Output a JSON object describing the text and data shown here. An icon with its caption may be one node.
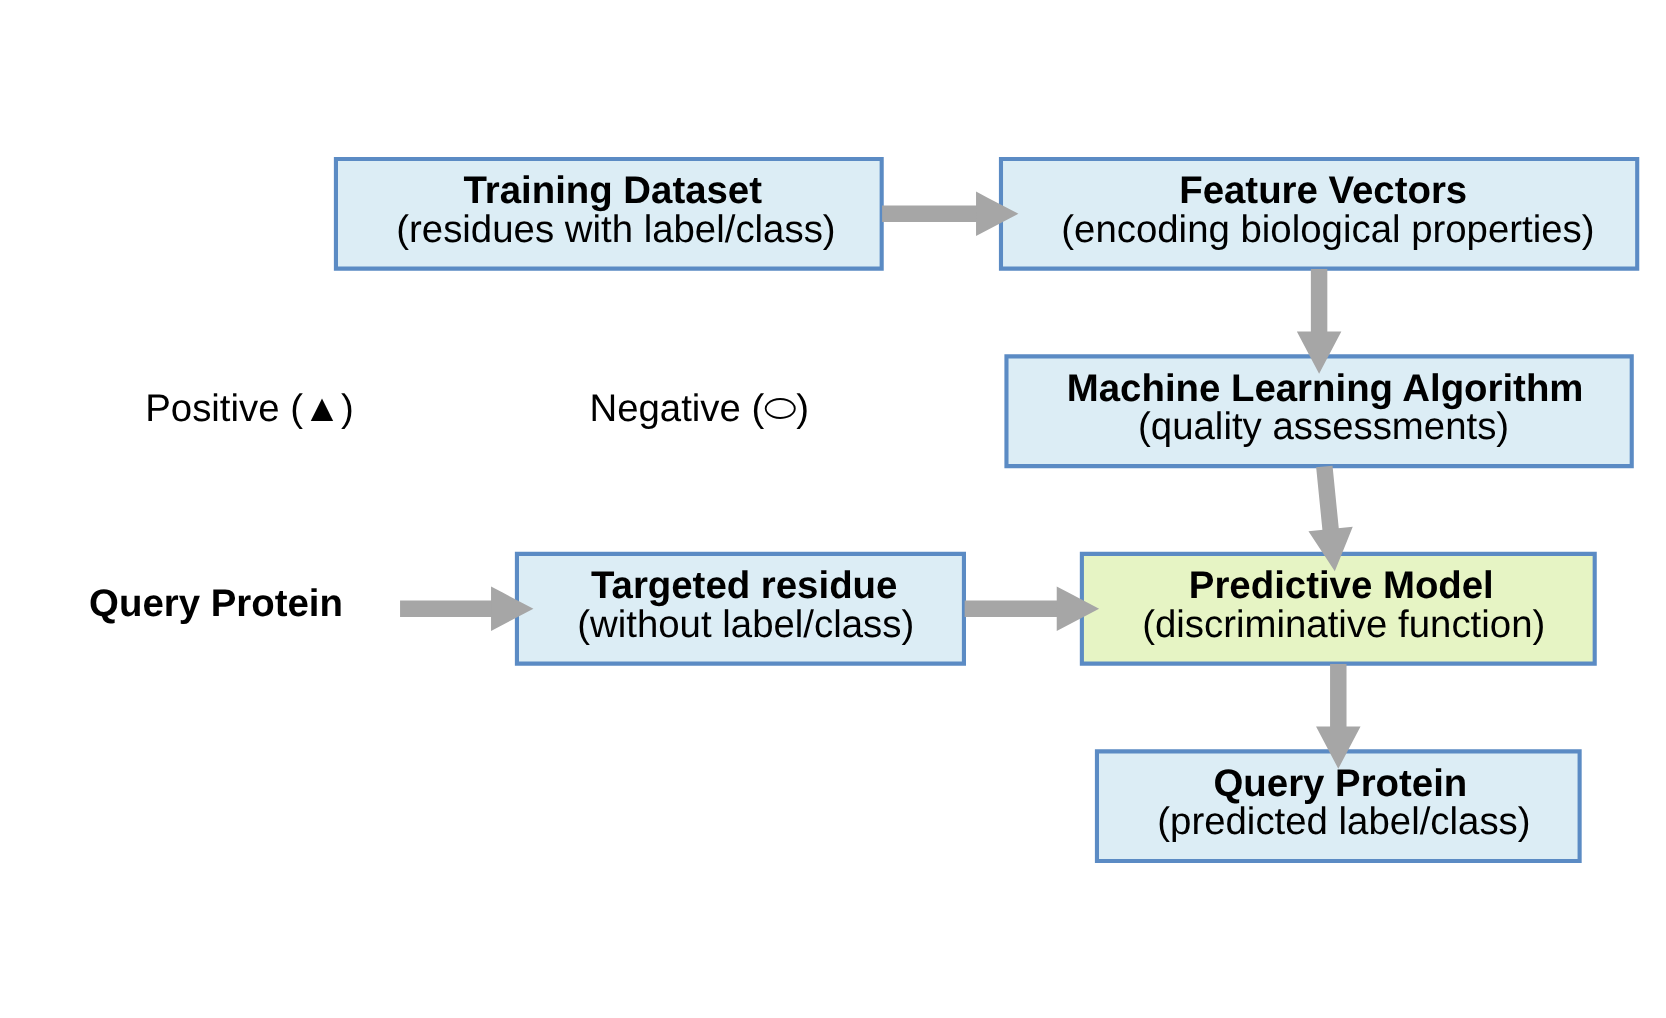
{
  "diagram": {
    "nodes": [
      {
        "text": [
          "Training Dataset",
          "(residues with label/class)"
        ]
      },
      {
        "text": [
          "Feature Vectors",
          "(encoding biological properties)"
        ]
      },
      {
        "text": [
          "Machine Learning Algorithm",
          "(quality assessments)"
        ]
      },
      {
        "text": [
          "Query Protein"
        ]
      },
      {
        "text": [
          "Targeted residue",
          "(without label/class)"
        ]
      },
      {
        "text": [
          "Predictive Model",
          "(discriminative function)"
        ]
      },
      {
        "text": [
          "Query Protein",
          "(predicted label/class)"
        ]
      }
    ],
    "edges": [
      {
        "from": 0,
        "to": 1,
        "arrow": "to"
      },
      {
        "from": 1,
        "to": 2,
        "arrow": "to"
      },
      {
        "from": 2,
        "to": 5,
        "arrow": "to"
      },
      {
        "from": 3,
        "to": 4,
        "arrow": "to"
      },
      {
        "from": 4,
        "to": 5,
        "arrow": "to"
      },
      {
        "from": 5,
        "to": 6,
        "arrow": "to"
      }
    ],
    "labels": [
      "Positive (▲)",
      "Negative (⬭)"
    ]
  }
}
